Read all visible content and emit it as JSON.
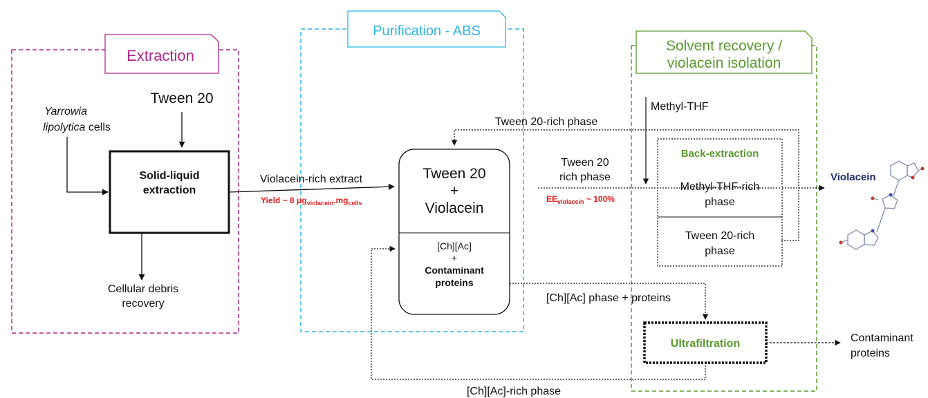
{
  "sections": {
    "extraction": {
      "title": "Extraction",
      "color": "#b0268c"
    },
    "purification": {
      "title": "Purification - ABS",
      "color": "#29b6e6"
    },
    "recovery": {
      "title_line1": "Solvent recovery /",
      "title_line2": "violacein isolation",
      "color": "#5a9a2e"
    }
  },
  "inputs": {
    "cells_line1": "Yarrowia",
    "cells_line2_italic": "lipolytica",
    "cells_line2_rest": " cells",
    "tween": "Tween 20",
    "methyl_thf": "Methyl-THF"
  },
  "boxes": {
    "solid_liquid_line1": "Solid-liquid",
    "solid_liquid_line2": "extraction",
    "debris_line1": "Cellular debris",
    "debris_line2": "recovery",
    "abs_top_line1": "Tween 20",
    "abs_top_line2": "+",
    "abs_top_line3": "Violacein",
    "abs_bottom_line1": "[Ch][Ac]",
    "abs_bottom_line2": "+",
    "abs_bottom_line3": "Contaminant",
    "abs_bottom_line4": "proteins",
    "back_extraction": "Back-extraction",
    "mthf_phase_line1": "Methyl-THF-rich",
    "mthf_phase_line2": "phase",
    "tween_phase_line1": "Tween 20-rich",
    "tween_phase_line2": "phase",
    "ultrafiltration": "Ultrafiltration"
  },
  "flows": {
    "violacein_extract": "Violacein-rich extract",
    "yield_prefix": "Yield ~ 8 μg",
    "yield_sub1": "violacein",
    "yield_mid": ".mg",
    "yield_sub2": "cells",
    "tween_rich_recycle": "Tween 20-rich phase",
    "tween_rich_line1": "Tween 20",
    "tween_rich_line2": "rich phase",
    "ee_prefix": "EE",
    "ee_sub": "violacein",
    "ee_suffix": " ~ 100%",
    "chac_proteins": "[Ch][Ac] phase + proteins",
    "chac_recycle": "[Ch][Ac]-rich phase"
  },
  "outputs": {
    "violacein": "Violacein",
    "violacein_color": "#1f2a6b",
    "contaminant_line1": "Contaminant",
    "contaminant_line2": "proteins"
  },
  "highlight_color": "#e02020"
}
